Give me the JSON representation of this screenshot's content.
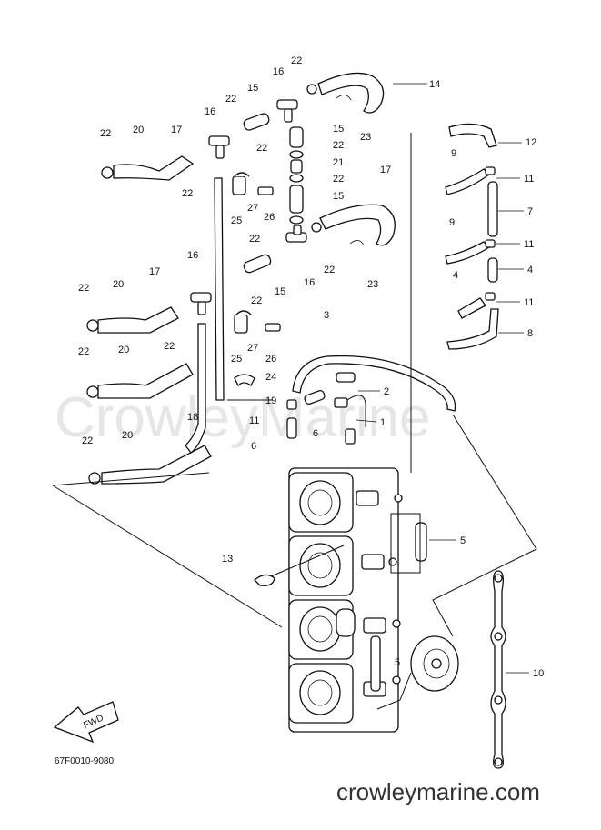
{
  "watermark": "CrowleyMarine",
  "footer_site": "crowleymarine.com",
  "diagram_code": "67F0010-9080",
  "fwd_label": "FWD",
  "callouts": [
    {
      "id": "c22a",
      "text": "22"
    },
    {
      "id": "c20a",
      "text": "20"
    },
    {
      "id": "c17a",
      "text": "17"
    },
    {
      "id": "c16a",
      "text": "16"
    },
    {
      "id": "c22b",
      "text": "22"
    },
    {
      "id": "c15a",
      "text": "15"
    },
    {
      "id": "c16b",
      "text": "16"
    },
    {
      "id": "c22c",
      "text": "22"
    },
    {
      "id": "c14",
      "text": "14"
    },
    {
      "id": "c22d",
      "text": "22"
    },
    {
      "id": "c23a",
      "text": "23"
    },
    {
      "id": "c22e",
      "text": "22"
    },
    {
      "id": "c15b",
      "text": "15"
    },
    {
      "id": "c22f",
      "text": "22"
    },
    {
      "id": "c21",
      "text": "21"
    },
    {
      "id": "c22g",
      "text": "22"
    },
    {
      "id": "c15c",
      "text": "15"
    },
    {
      "id": "c17b",
      "text": "17"
    },
    {
      "id": "c27a",
      "text": "27"
    },
    {
      "id": "c26a",
      "text": "26"
    },
    {
      "id": "c25a",
      "text": "25"
    },
    {
      "id": "c22h",
      "text": "22"
    },
    {
      "id": "c16c",
      "text": "16"
    },
    {
      "id": "c22i",
      "text": "22"
    },
    {
      "id": "c23b",
      "text": "23"
    },
    {
      "id": "c12",
      "text": "12"
    },
    {
      "id": "c9a",
      "text": "9"
    },
    {
      "id": "c11a",
      "text": "11"
    },
    {
      "id": "c7",
      "text": "7"
    },
    {
      "id": "c9b",
      "text": "9"
    },
    {
      "id": "c11b",
      "text": "11"
    },
    {
      "id": "c4a",
      "text": "4"
    },
    {
      "id": "c4b",
      "text": "4"
    },
    {
      "id": "c11c",
      "text": "11"
    },
    {
      "id": "c8",
      "text": "8"
    },
    {
      "id": "c22j",
      "text": "22"
    },
    {
      "id": "c20b",
      "text": "20"
    },
    {
      "id": "c17c",
      "text": "17"
    },
    {
      "id": "c16d",
      "text": "16"
    },
    {
      "id": "c22k",
      "text": "22"
    },
    {
      "id": "c15d",
      "text": "15"
    },
    {
      "id": "c22l",
      "text": "22"
    },
    {
      "id": "c25b",
      "text": "25"
    },
    {
      "id": "c27b",
      "text": "27"
    },
    {
      "id": "c26b",
      "text": "26"
    },
    {
      "id": "c22m",
      "text": "22"
    },
    {
      "id": "c20c",
      "text": "20"
    },
    {
      "id": "c24",
      "text": "24"
    },
    {
      "id": "c18",
      "text": "18"
    },
    {
      "id": "c19",
      "text": "19"
    },
    {
      "id": "c3",
      "text": "3"
    },
    {
      "id": "c2",
      "text": "2"
    },
    {
      "id": "c1",
      "text": "1"
    },
    {
      "id": "c11d",
      "text": "11"
    },
    {
      "id": "c6a",
      "text": "6"
    },
    {
      "id": "c6b",
      "text": "6"
    },
    {
      "id": "c22n",
      "text": "22"
    },
    {
      "id": "c20d",
      "text": "20"
    },
    {
      "id": "c5a",
      "text": "5"
    },
    {
      "id": "c13",
      "text": "13"
    },
    {
      "id": "c5b",
      "text": "5"
    },
    {
      "id": "c10",
      "text": "10"
    }
  ]
}
